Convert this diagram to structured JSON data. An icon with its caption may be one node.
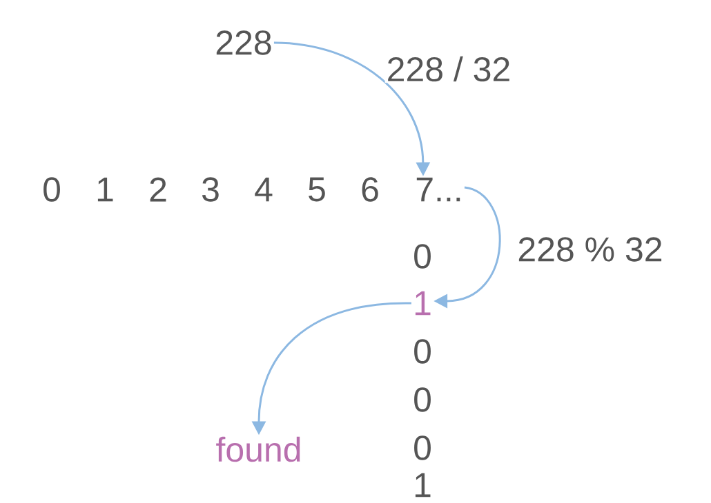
{
  "diagram": {
    "nodes": [
      {
        "text": [
          "228"
        ]
      },
      {
        "text": [
          "7..."
        ]
      },
      {
        "text": [
          "1"
        ]
      },
      {
        "text": [
          "found"
        ]
      }
    ],
    "edges": [
      {
        "from": 0,
        "to": 1,
        "arrow": "to",
        "label": "228 / 32"
      },
      {
        "from": 1,
        "to": 2,
        "arrow": "to",
        "label": "228 % 32"
      },
      {
        "from": 2,
        "to": 3,
        "arrow": "to"
      }
    ],
    "labels": [
      "0",
      "1",
      "2",
      "3",
      "4",
      "5",
      "6",
      "0",
      "0",
      "0",
      "0",
      "1"
    ]
  }
}
